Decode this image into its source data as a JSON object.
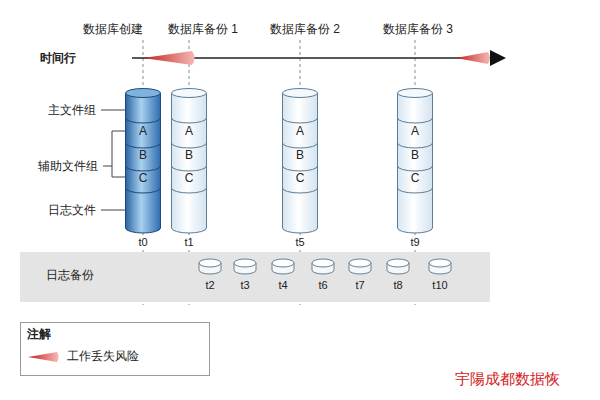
{
  "diagram": {
    "nodes": [
      {
        "text": [
          "A",
          "B",
          "C",
          "t0"
        ]
      },
      {
        "text": [
          "A",
          "B",
          "C",
          "t1"
        ]
      },
      {
        "text": [
          "A",
          "B",
          "C",
          "t5"
        ]
      },
      {
        "text": [
          "A",
          "B",
          "C",
          "t9"
        ]
      },
      {
        "text": [
          "日志备份"
        ]
      },
      {
        "text": [
          "t2"
        ],
        "in": 4
      },
      {
        "text": [
          "t3"
        ],
        "in": 4
      },
      {
        "text": [
          "t4"
        ],
        "in": 4
      },
      {
        "text": [
          "t6"
        ],
        "in": 4
      },
      {
        "text": [
          "t7"
        ],
        "in": 4
      },
      {
        "text": [
          "t8"
        ],
        "in": 4
      },
      {
        "text": [
          "t10"
        ],
        "in": 4
      }
    ],
    "labels": [
      "数据库创建",
      "数据库备份 1",
      "数据库备份 2",
      "数据库备份 3",
      "时间行",
      "主文件组",
      "辅助文件组",
      "日志文件",
      "注解",
      "宇陽成都数据恢"
    ],
    "legend": [
      {
        "text": "工作丢失风险"
      }
    ]
  }
}
